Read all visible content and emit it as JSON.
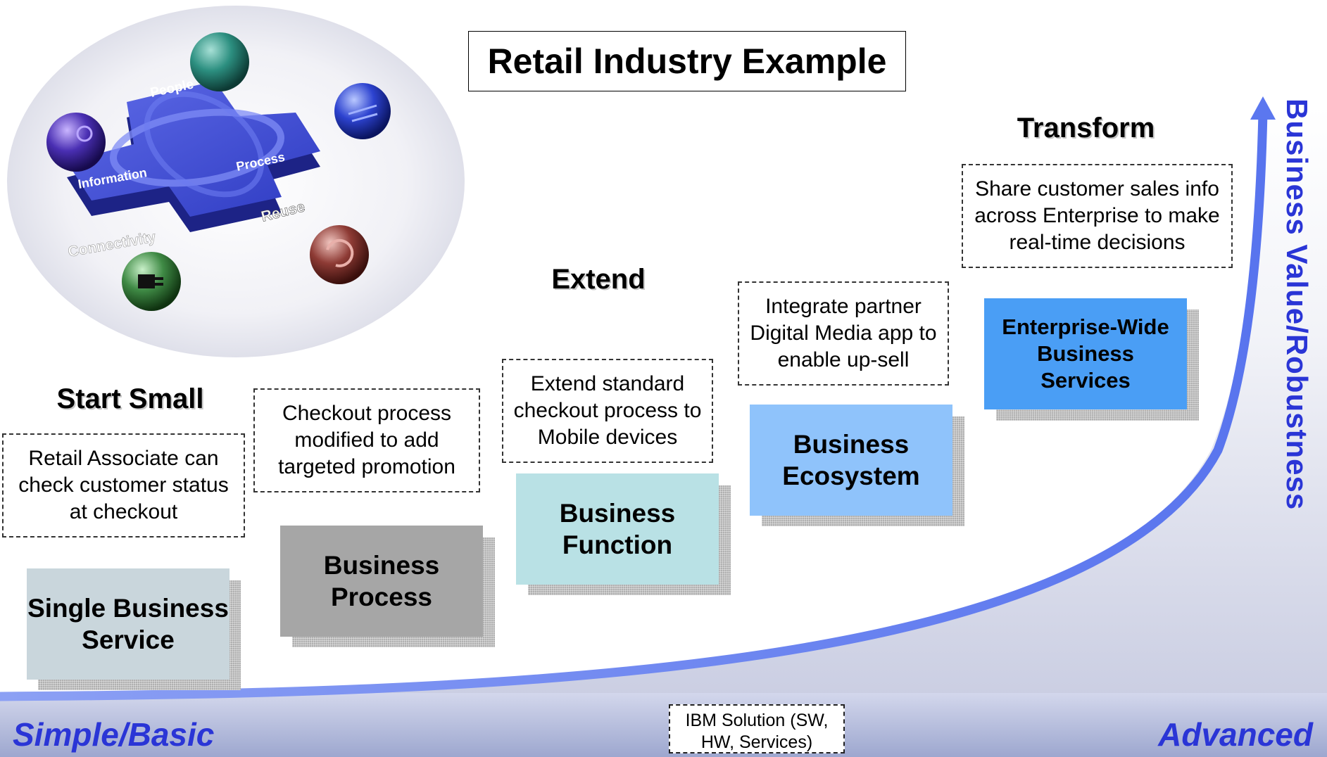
{
  "title": "Retail Industry Example",
  "logo_labels": {
    "people": "People",
    "information": "Information",
    "process": "Process",
    "reuse": "Reuse",
    "connectivity": "Connectivity"
  },
  "headings": {
    "start_small": "Start Small",
    "extend": "Extend",
    "transform": "Transform"
  },
  "descriptions": {
    "d1": "Retail Associate can check customer status at checkout",
    "d2": "Checkout process modified to add targeted promotion",
    "d3": "Extend standard checkout process to Mobile devices",
    "d4": "Integrate partner Digital Media app to enable up-sell",
    "d5": "Share customer sales info across Enterprise to make real-time decisions"
  },
  "stages": {
    "s1": "Single Business Service",
    "s2": "Business Process",
    "s3": "Business Function",
    "s4": "Business Ecosystem",
    "s5": "Enterprise-Wide Business Services"
  },
  "axis": {
    "left": "Simple/Basic",
    "right": "Advanced",
    "vertical": "Business Value/Robustness"
  },
  "legend": {
    "ibm_solution": "IBM Solution (SW, HW, Services)"
  },
  "colors": {
    "stage1": "#c9d6dc",
    "stage2": "#a6a6a6",
    "stage3": "#b9e1e5",
    "stage4": "#8fc3fb",
    "stage5": "#4a9ef5",
    "accent": "#2a35d6",
    "curve": "#6d83f2"
  }
}
